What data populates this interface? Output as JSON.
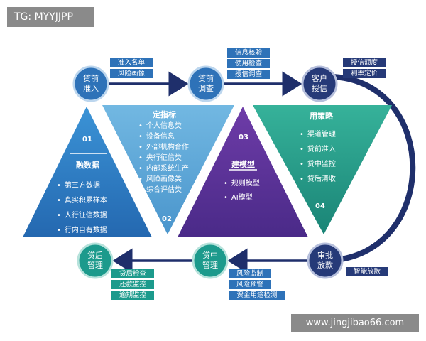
{
  "watermark_top": "TG: MYYJJPP",
  "watermark_bottom": "www.jingjibao66.com",
  "nodes": {
    "pre_loan_access": "贷前\n准入",
    "pre_loan_investigation": "贷前\n调查",
    "customer_credit": "客户\n授信",
    "approval_disbursement": "审批\n放款",
    "in_loan_management": "贷中\n管理",
    "post_loan_management": "贷后\n管理"
  },
  "tags": {
    "access": [
      "准入名单",
      "风险画像"
    ],
    "investigation": [
      "信息核验",
      "使用检查",
      "授信调查"
    ],
    "credit": [
      "授信额度",
      "利率定价"
    ],
    "disbursement": [
      "智能放款"
    ],
    "in_loan": [
      "风险监制",
      "风险预警",
      "资金用途检测"
    ],
    "post_loan": [
      "贷后检查",
      "还款监控",
      "逾期监控"
    ]
  },
  "triangles": {
    "t1": {
      "num": "01",
      "title": "融数据",
      "items": [
        "第三方数据",
        "真实积累样本",
        "人行征信数据",
        "行内自有数据"
      ]
    },
    "t2": {
      "num": "02",
      "title": "定指标",
      "items": [
        "个人信息类",
        "设备信息",
        "外部机构合作",
        "央行征信类",
        "内部系统生产",
        "风险画像类",
        "综合评估类"
      ]
    },
    "t3": {
      "num": "03",
      "title": "建模型",
      "items": [
        "规则模型",
        "AI模型"
      ]
    },
    "t4": {
      "num": "04",
      "title": "用策略",
      "items": [
        "渠道管理",
        "贷前准入",
        "贷中监控",
        "贷后清收"
      ]
    }
  },
  "colors": {
    "blue_circle": "#2e72b8",
    "navy": "#263a78",
    "teal": "#1c9a8c",
    "triangle_blue": "#2f7fc3",
    "triangle_light": "#5aa7d8",
    "triangle_purple": "#5d3596",
    "triangle_teal": "#239a86"
  }
}
